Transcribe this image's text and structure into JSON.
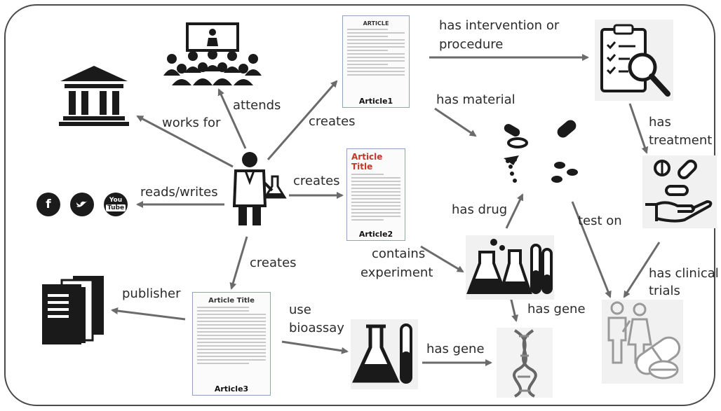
{
  "diagram": {
    "nodes": {
      "article1": "Article1",
      "article2": "Article2",
      "article3": "Article3",
      "article2_heading": "Article Title",
      "article3_heading": "Article Title",
      "article1_heading": "ARTICLE",
      "social_you": "You",
      "social_tube": "Tube"
    },
    "edges": {
      "works_for": "works for",
      "attends": "attends",
      "creates_a1": "creates",
      "creates_a2": "creates",
      "creates_a3": "creates",
      "reads_writes": "reads/writes",
      "publisher": "publisher",
      "has_intervention_1": "has intervention or",
      "has_intervention_2": "procedure",
      "has_material": "has material",
      "has_treatment_1": "has",
      "has_treatment_2": "treatment",
      "has_drug": "has drug",
      "test_on": "test on",
      "contains_experiment_1": "contains",
      "contains_experiment_2": "experiment",
      "has_clinical_trials_1": "has clinical",
      "has_clinical_trials_2": "trials",
      "has_gene_exp": "has gene",
      "use_bioassay_1": "use",
      "use_bioassay_2": "bioassay",
      "has_gene_bio": "has gene"
    },
    "icons": [
      "government-building-icon",
      "audience-icon",
      "researcher-icon",
      "social-media-icons",
      "books-icon",
      "clipboard-search-icon",
      "pills-icon",
      "pill-hand-icon",
      "lab-flasks-icon",
      "bioassay-flask-icon",
      "dna-icon",
      "patients-icon"
    ]
  }
}
